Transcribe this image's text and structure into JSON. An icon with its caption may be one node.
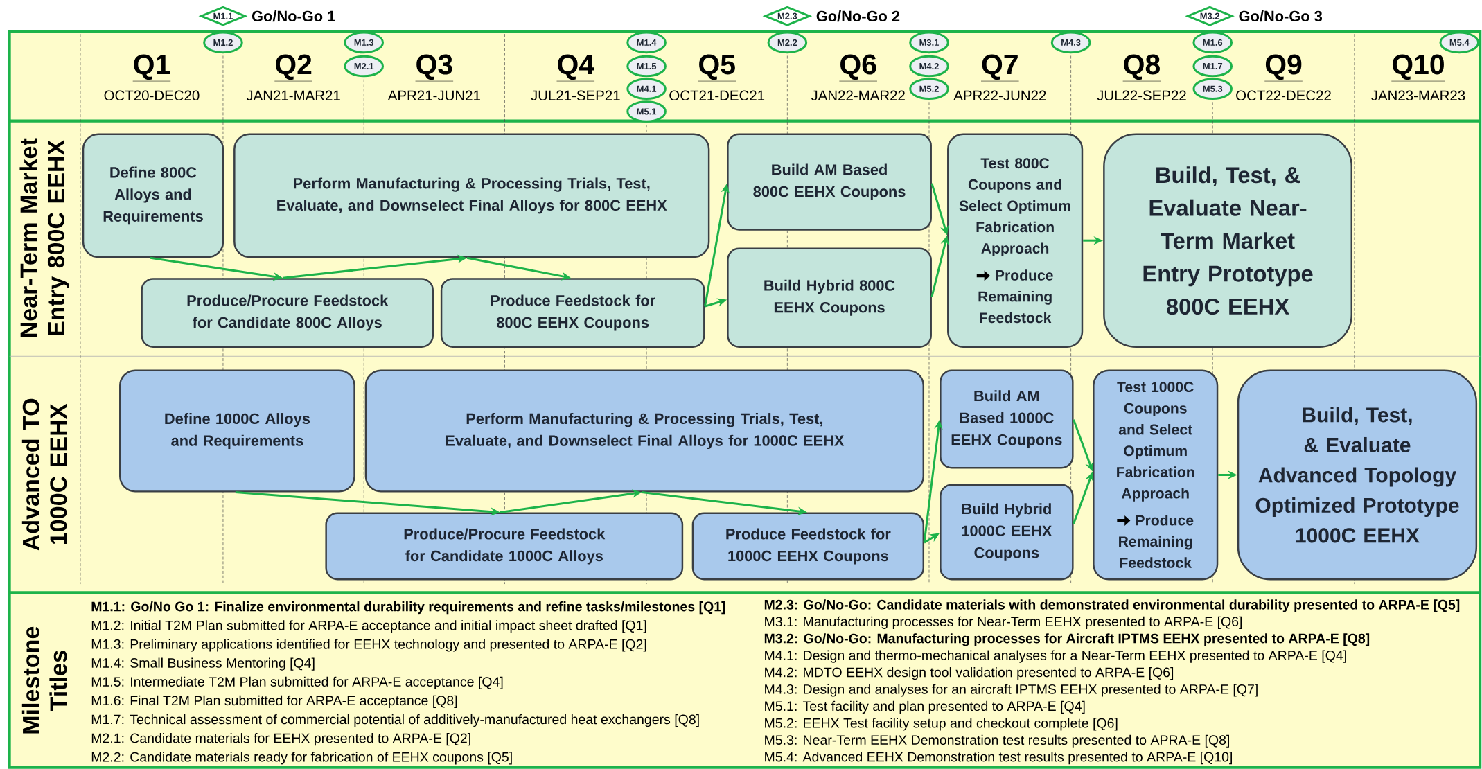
{
  "diagram": {
    "nodes": [
      {
        "text": [
          "M1.1"
        ],
        "beside": [
          "Go/No-Go 1"
        ]
      },
      {
        "text": [
          "M2.3"
        ],
        "beside": [
          "Go/No-Go 2"
        ]
      },
      {
        "text": [
          "M3.2"
        ],
        "beside": [
          "Go/No-Go 3"
        ]
      },
      {
        "text": [
          "M1.2"
        ]
      },
      {
        "text": [
          "M1.3"
        ]
      },
      {
        "text": [
          "M2.1"
        ]
      },
      {
        "text": [
          "M1.4"
        ]
      },
      {
        "text": [
          "M1.5"
        ]
      },
      {
        "text": [
          "M4.1"
        ]
      },
      {
        "text": [
          "M5.1"
        ]
      },
      {
        "text": [
          "M2.2"
        ]
      },
      {
        "text": [
          "M3.1"
        ]
      },
      {
        "text": [
          "M4.2"
        ]
      },
      {
        "text": [
          "M5.2"
        ]
      },
      {
        "text": [
          "M4.3"
        ]
      },
      {
        "text": [
          "M1.6"
        ]
      },
      {
        "text": [
          "M1.7"
        ]
      },
      {
        "text": [
          "M5.3"
        ]
      },
      {
        "text": [
          "M5.4"
        ]
      },
      {
        "text": [
          "Define 800C Alloys and Requirements"
        ]
      },
      {
        "text": [
          "Perform Manufacturing & Processing Trials, Test, Evaluate, and Downselect Final Alloys for 800C EEHX"
        ]
      },
      {
        "text": [
          "Produce/Procure Feedstock for Candidate 800C Alloys"
        ]
      },
      {
        "text": [
          "Produce Feedstock for 800C EEHX Coupons"
        ]
      },
      {
        "text": [
          "Build AM Based 800C EEHX Coupons"
        ]
      },
      {
        "text": [
          "Build Hybrid 800C EEHX Coupons"
        ]
      },
      {
        "text": [
          "Test 800C Coupons and Select Optimum Fabrication Approach",
          "Produce Remaining Feedstock"
        ]
      },
      {
        "text": [
          "Build, Test, & Evaluate Near-Term Market Entry Prototype 800C EEHX"
        ]
      },
      {
        "text": [
          "Define 1000C Alloys and Requirements"
        ]
      },
      {
        "text": [
          "Perform Manufacturing & Processing Trials, Test, Evaluate, and Downselect Final Alloys for 1000C EEHX"
        ]
      },
      {
        "text": [
          "Produce/Procure Feedstock for Candidate 1000C Alloys"
        ]
      },
      {
        "text": [
          "Produce Feedstock for 1000C EEHX Coupons"
        ]
      },
      {
        "text": [
          "Build AM Based 1000C EEHX Coupons"
        ]
      },
      {
        "text": [
          "Build Hybrid 1000C EEHX Coupons"
        ]
      },
      {
        "text": [
          "Test 1000C Coupons and Select Optimum Fabrication Approach",
          "Produce Remaining Feedstock"
        ]
      },
      {
        "text": [
          "Build, Test, & Evaluate Advanced Topology Optimized Prototype 1000C EEHX"
        ]
      }
    ],
    "edges": [
      {
        "from": 19,
        "to": 21,
        "arrow": "to"
      },
      {
        "from": 21,
        "to": 20,
        "arrow": "to"
      },
      {
        "from": 20,
        "to": 22,
        "arrow": "to"
      },
      {
        "from": 22,
        "to": 23,
        "arrow": "to"
      },
      {
        "from": 22,
        "to": 24,
        "arrow": "to"
      },
      {
        "from": 23,
        "to": 25,
        "arrow": "to"
      },
      {
        "from": 24,
        "to": 25,
        "arrow": "to"
      },
      {
        "from": 25,
        "to": 26,
        "arrow": "to"
      },
      {
        "from": 27,
        "to": 29,
        "arrow": "to"
      },
      {
        "from": 29,
        "to": 28,
        "arrow": "to"
      },
      {
        "from": 28,
        "to": 30,
        "arrow": "to"
      },
      {
        "from": 30,
        "to": 31,
        "arrow": "to"
      },
      {
        "from": 30,
        "to": 32,
        "arrow": "to"
      },
      {
        "from": 31,
        "to": 33,
        "arrow": "to"
      },
      {
        "from": 32,
        "to": 33,
        "arrow": "to"
      },
      {
        "from": 33,
        "to": 34,
        "arrow": "to"
      }
    ],
    "labels": [
      "Q1",
      "OCT20-DEC20",
      "Q2",
      "JAN21-MAR21",
      "Q3",
      "APR21-JUN21",
      "Q4",
      "JUL21-SEP21",
      "Q5",
      "OCT21-DEC21",
      "Q6",
      "JAN22-MAR22",
      "Q7",
      "APR22-JUN22",
      "Q8",
      "JUL22-SEP22",
      "Q9",
      "OCT22-DEC22",
      "Q10",
      "JAN23-MAR23",
      "Near-Term Market Entry 800C EEHX",
      "Advanced TO 1000C EEHX",
      "Milestone Titles",
      "M1.1: Go/No Go 1: Finalize environmental durability requirements and refine tasks/milestones [Q1]",
      "M1.2: Initial T2M Plan submitted for ARPA-E acceptance and initial impact sheet drafted [Q1]",
      "M1.3: Preliminary applications identified for EEHX technology and presented to ARPA-E [Q2]",
      "M1.4: Small Business Mentoring [Q4]",
      "M1.5: Intermediate T2M Plan submitted for ARPA-E acceptance [Q4]",
      "M1.6: Final T2M Plan submitted for ARPA-E acceptance [Q8]",
      "M1.7: Technical assessment of commercial potential of additively-manufactured heat exchangers [Q8]",
      "M2.1: Candidate materials for EEHX presented to ARPA-E [Q2]",
      "M2.2: Candidate materials ready for fabrication of EEHX coupons [Q5]",
      "M2.3: Go/No-Go: Candidate materials with demonstrated environmental durability presented to ARPA-E [Q5]",
      "M3.1: Manufacturing processes for Near-Term EEHX presented to ARPA-E [Q6]",
      "M3.2: Go/No-Go: Manufacturing processes for Aircraft IPTMS EEHX presented to ARPA-E [Q8]",
      "M4.1: Design and thermo-mechanical analyses for a Near-Term EEHX presented to ARPA-E [Q4]",
      "M4.2: MDTO EEHX design tool validation presented to ARPA-E [Q6]",
      "M4.3: Design and analyses for an aircraft IPTMS EEHX presented to ARPA-E [Q7]",
      "M5.1: Test facility and plan presented to ARPA-E [Q4]",
      "M5.2: EEHX Test facility setup and checkout complete [Q6]",
      "M5.3: Near-Term EEHX Demonstration test results presented to APRA-E [Q8]",
      "M5.4: Advanced EEHX Demonstration test results presented to ARPA-E [Q10]"
    ]
  }
}
